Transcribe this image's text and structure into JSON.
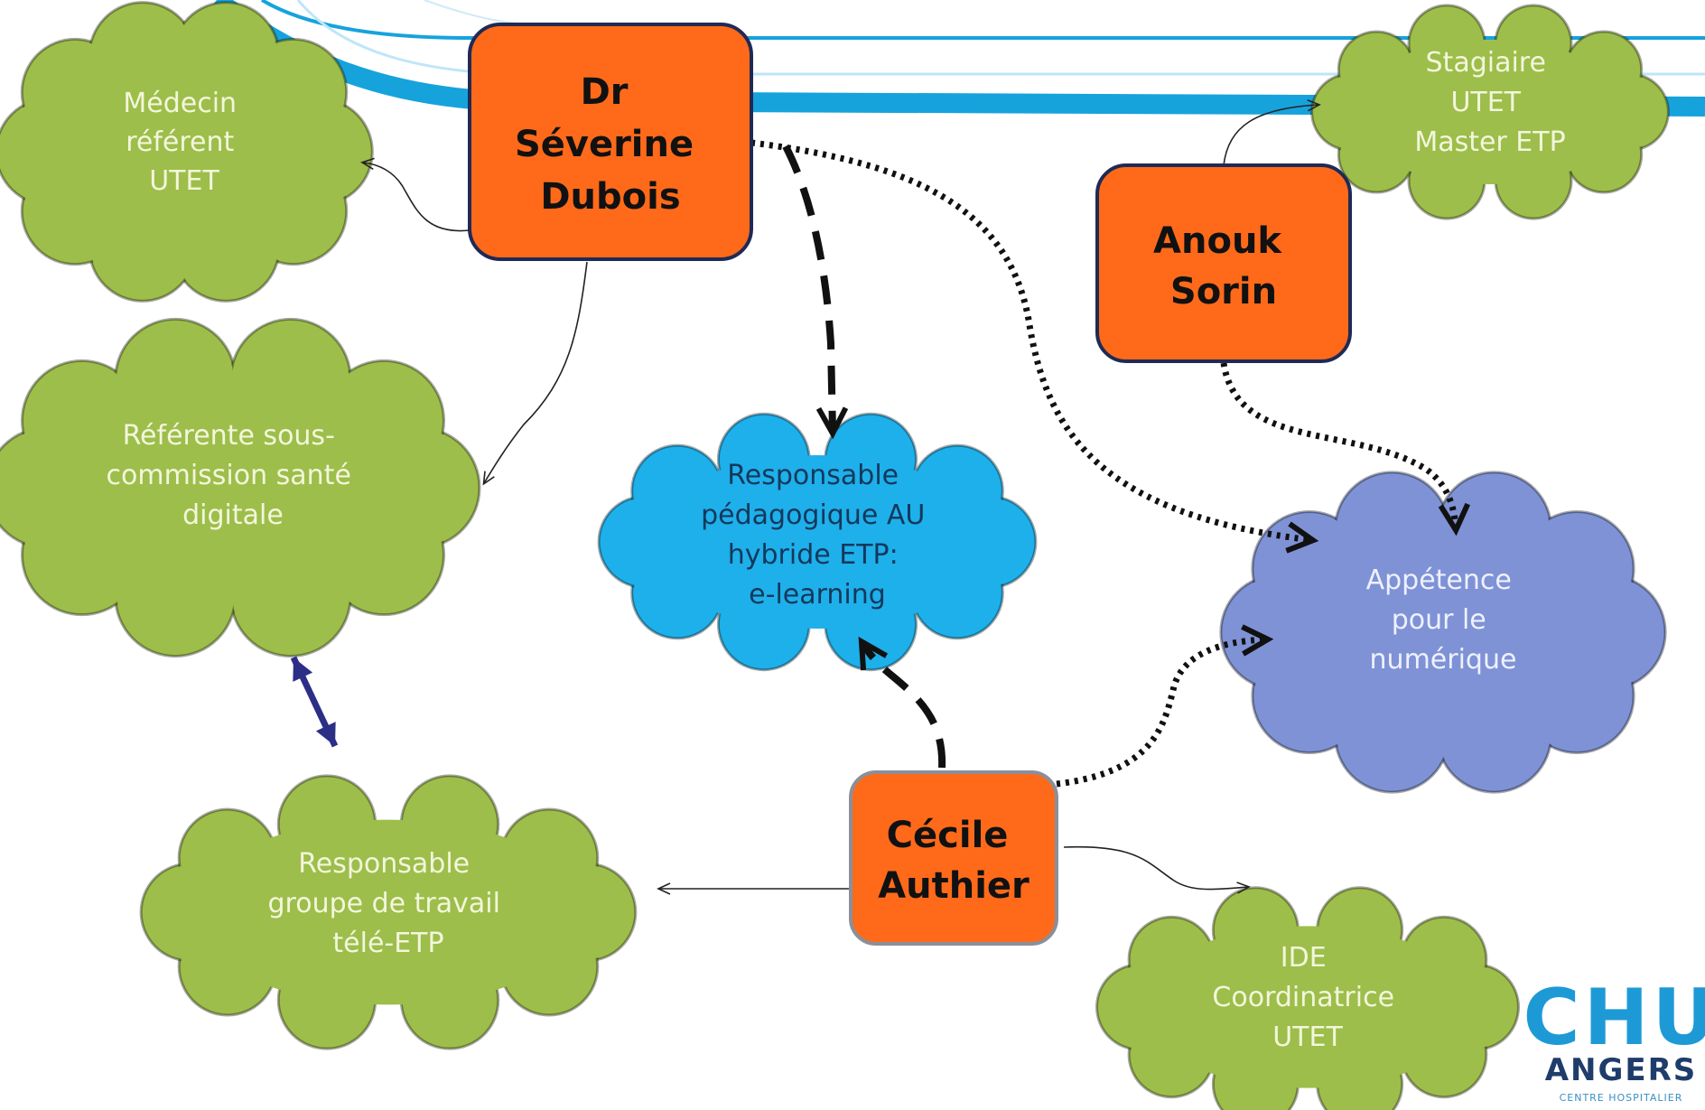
{
  "people": {
    "dubois": [
      "Dr",
      "Séverine",
      "Dubois"
    ],
    "sorin": [
      "Anouk",
      "Sorin"
    ],
    "authier": [
      "Cécile",
      "Authier"
    ]
  },
  "roles": {
    "medecin": [
      "Médecin",
      "référent",
      "UTET"
    ],
    "referente": [
      "Référente sous-",
      "commission santé",
      "digitale"
    ],
    "responsable_groupe": [
      "Responsable",
      "groupe de travail",
      "télé-ETP"
    ],
    "stagiaire": [
      "Stagiaire",
      "UTET",
      "Master ETP"
    ],
    "ide": [
      "IDE",
      "Coordinatrice",
      "UTET"
    ],
    "pedagogique": [
      "Responsable",
      "pédagogique AU",
      "hybride ETP:",
      "e-learning"
    ],
    "appetence": [
      "Appétence",
      "pour le",
      "numérique"
    ]
  },
  "logo": {
    "main": "CHU",
    "city": "ANGERS",
    "sub": "CENTRE HOSPITALIER"
  },
  "colors": {
    "person_fill": "#ff6a1a",
    "person_border": "#1f2a55",
    "green_cloud": "#9dbe4a",
    "blue_cloud": "#1eb0ea",
    "purple_cloud": "#7f92d6",
    "banner_blue": "#16a3dc",
    "double_arrow": "#2b2f86",
    "logo_blue": "#1d9ad6",
    "logo_dark": "#1f3d6b"
  }
}
